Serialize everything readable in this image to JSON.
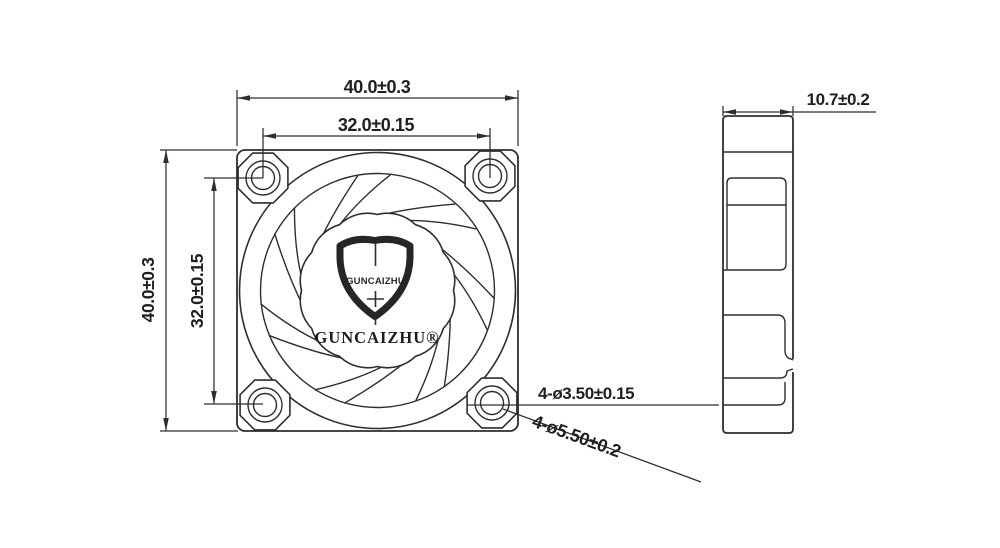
{
  "colors": {
    "line": "#2e2e2e",
    "background": "#ffffff",
    "logo_dark": "#262626"
  },
  "front_view": {
    "dim_outer_width": "40.0±0.3",
    "dim_mount_hole_spacing_h": "32.0±0.15",
    "dim_outer_height": "40.0±0.3",
    "dim_mount_hole_spacing_v": "32.0±0.15",
    "callout_mount_hole_dia": "4-ø3.50±0.15",
    "callout_corner_hole_dia": "4-ø5.50±0.2",
    "logo": {
      "shield_text": "GUNCAIZHU",
      "brand_text": "GUNCAIZHU®"
    }
  },
  "side_view": {
    "dim_thickness": "10.7±0.2"
  }
}
